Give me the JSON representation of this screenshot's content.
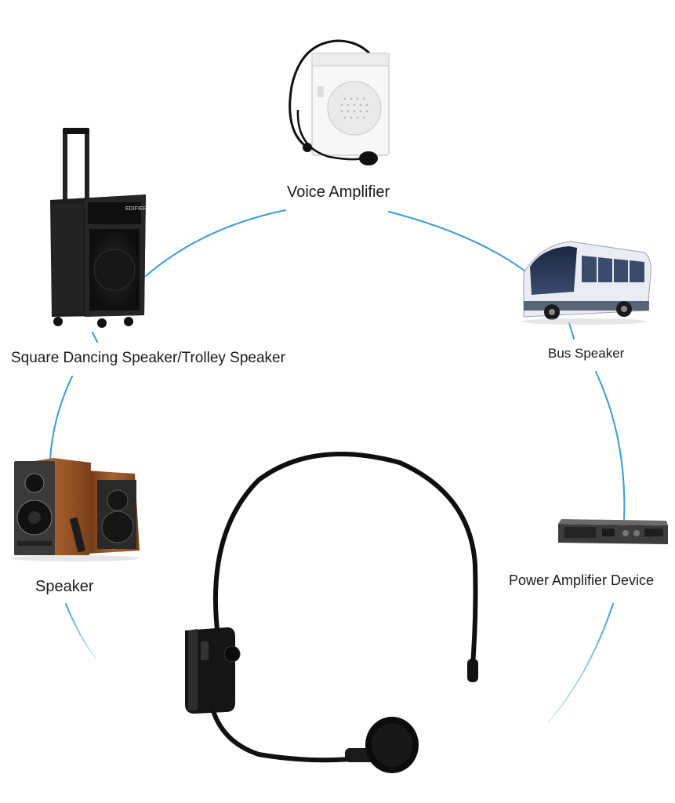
{
  "devices": {
    "voice_amplifier": "Voice Amplifier",
    "square_dancing_speaker": "Square Dancing Speaker/Trolley Speaker",
    "bus_speaker": "Bus Speaker",
    "speaker": "Speaker",
    "power_amplifier": "Power Amplifier Device"
  },
  "colors": {
    "ring": "#3a9ad9",
    "ring_faded": "#a9d3ef"
  },
  "icons": [
    "voice-amplifier-image",
    "trolley-speaker-image",
    "bus-image",
    "bookshelf-speakers-image",
    "power-amplifier-image",
    "headset-microphone-image"
  ]
}
